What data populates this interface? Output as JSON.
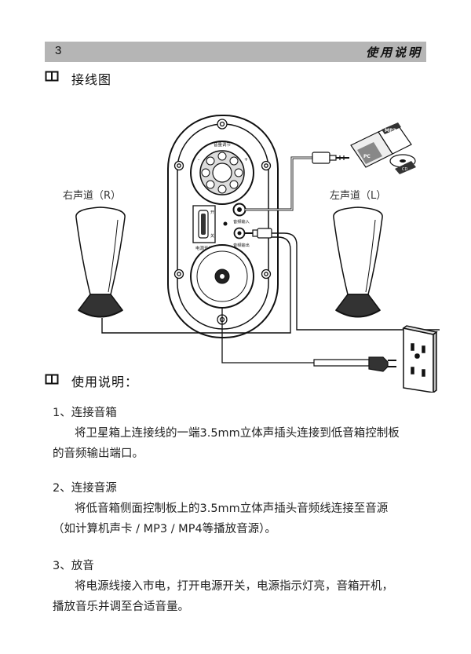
{
  "header": {
    "page_number": "3",
    "title": "使用说明"
  },
  "wiring_section": {
    "title": "接线图"
  },
  "diagram": {
    "right_channel_label": "右声道（R）",
    "left_channel_label": "左声道（L）",
    "volume_label": "音量调节",
    "switch_on_label": "开",
    "switch_off_label": "关",
    "power_switch_label": "电源开关",
    "audio_input_label": "音频输入",
    "audio_output_label": "音频输出",
    "device_mp3_label": "MP3",
    "device_pc_label": "PC",
    "device_cd_label": "CD"
  },
  "usage_section": {
    "title": "使用说明：",
    "steps": [
      {
        "heading": "1、连接音箱",
        "line1": "将卫星箱上连接线的一端3.5mm立体声插头连接到低音箱控制板",
        "line2": "的音频输出端口。"
      },
      {
        "heading": "2、连接音源",
        "line1": "将低音箱侧面控制板上的3.5mm立体声插头音频线连接至音源",
        "line2": "（如计算机声卡 / MP3 / MP4等播放音源）。"
      },
      {
        "heading": "3、放音",
        "line1": "将电源线接入市电，打开电源开关，电源指示灯亮，音箱开机，",
        "line2": "播放音乐并调至合适音量。"
      }
    ]
  }
}
